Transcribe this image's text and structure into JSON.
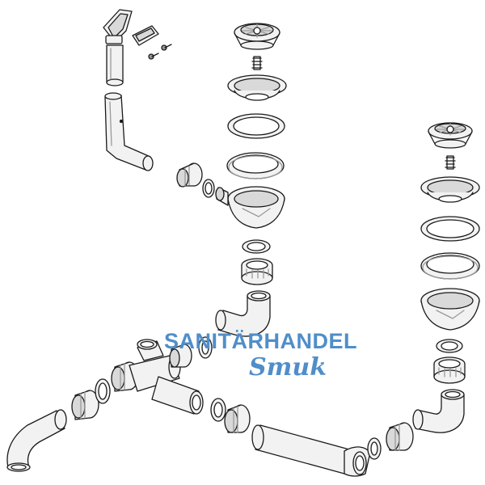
{
  "diagram": {
    "background": "#ffffff",
    "line_color": "#1a1a1a",
    "fill_light": "#f2f2f2",
    "fill_mid": "#d9d9d9",
    "fill_dark": "#9a9a9a",
    "parts": [
      "overflow-cover-plate",
      "overflow-gasket",
      "screws",
      "overflow-hose-upper",
      "overflow-hose-lower",
      "left-strainer-basket",
      "left-strainer-spring",
      "left-strainer-bowl",
      "left-flat-gasket",
      "left-profile-gasket",
      "left-waste-outlet",
      "left-small-gasket",
      "left-union-nut",
      "left-elbow",
      "overflow-union-nut",
      "overflow-ring",
      "right-strainer-basket",
      "right-strainer-spring",
      "right-strainer-bowl",
      "right-flat-gasket",
      "right-profile-gasket",
      "right-waste-outlet",
      "right-small-gasket",
      "right-union-nut",
      "right-elbow",
      "tee-piece",
      "connecting-pipe",
      "long-pipe",
      "trap-elbow",
      "outlet-elbow",
      "union-nut-1",
      "union-nut-2",
      "union-nut-3",
      "union-nut-4",
      "union-nut-5",
      "ring-1",
      "ring-2",
      "ring-3",
      "ring-4"
    ]
  },
  "watermark": {
    "line1": "SANITÄRHANDEL",
    "line2": "Smuk",
    "color": "#4f8ec9"
  }
}
